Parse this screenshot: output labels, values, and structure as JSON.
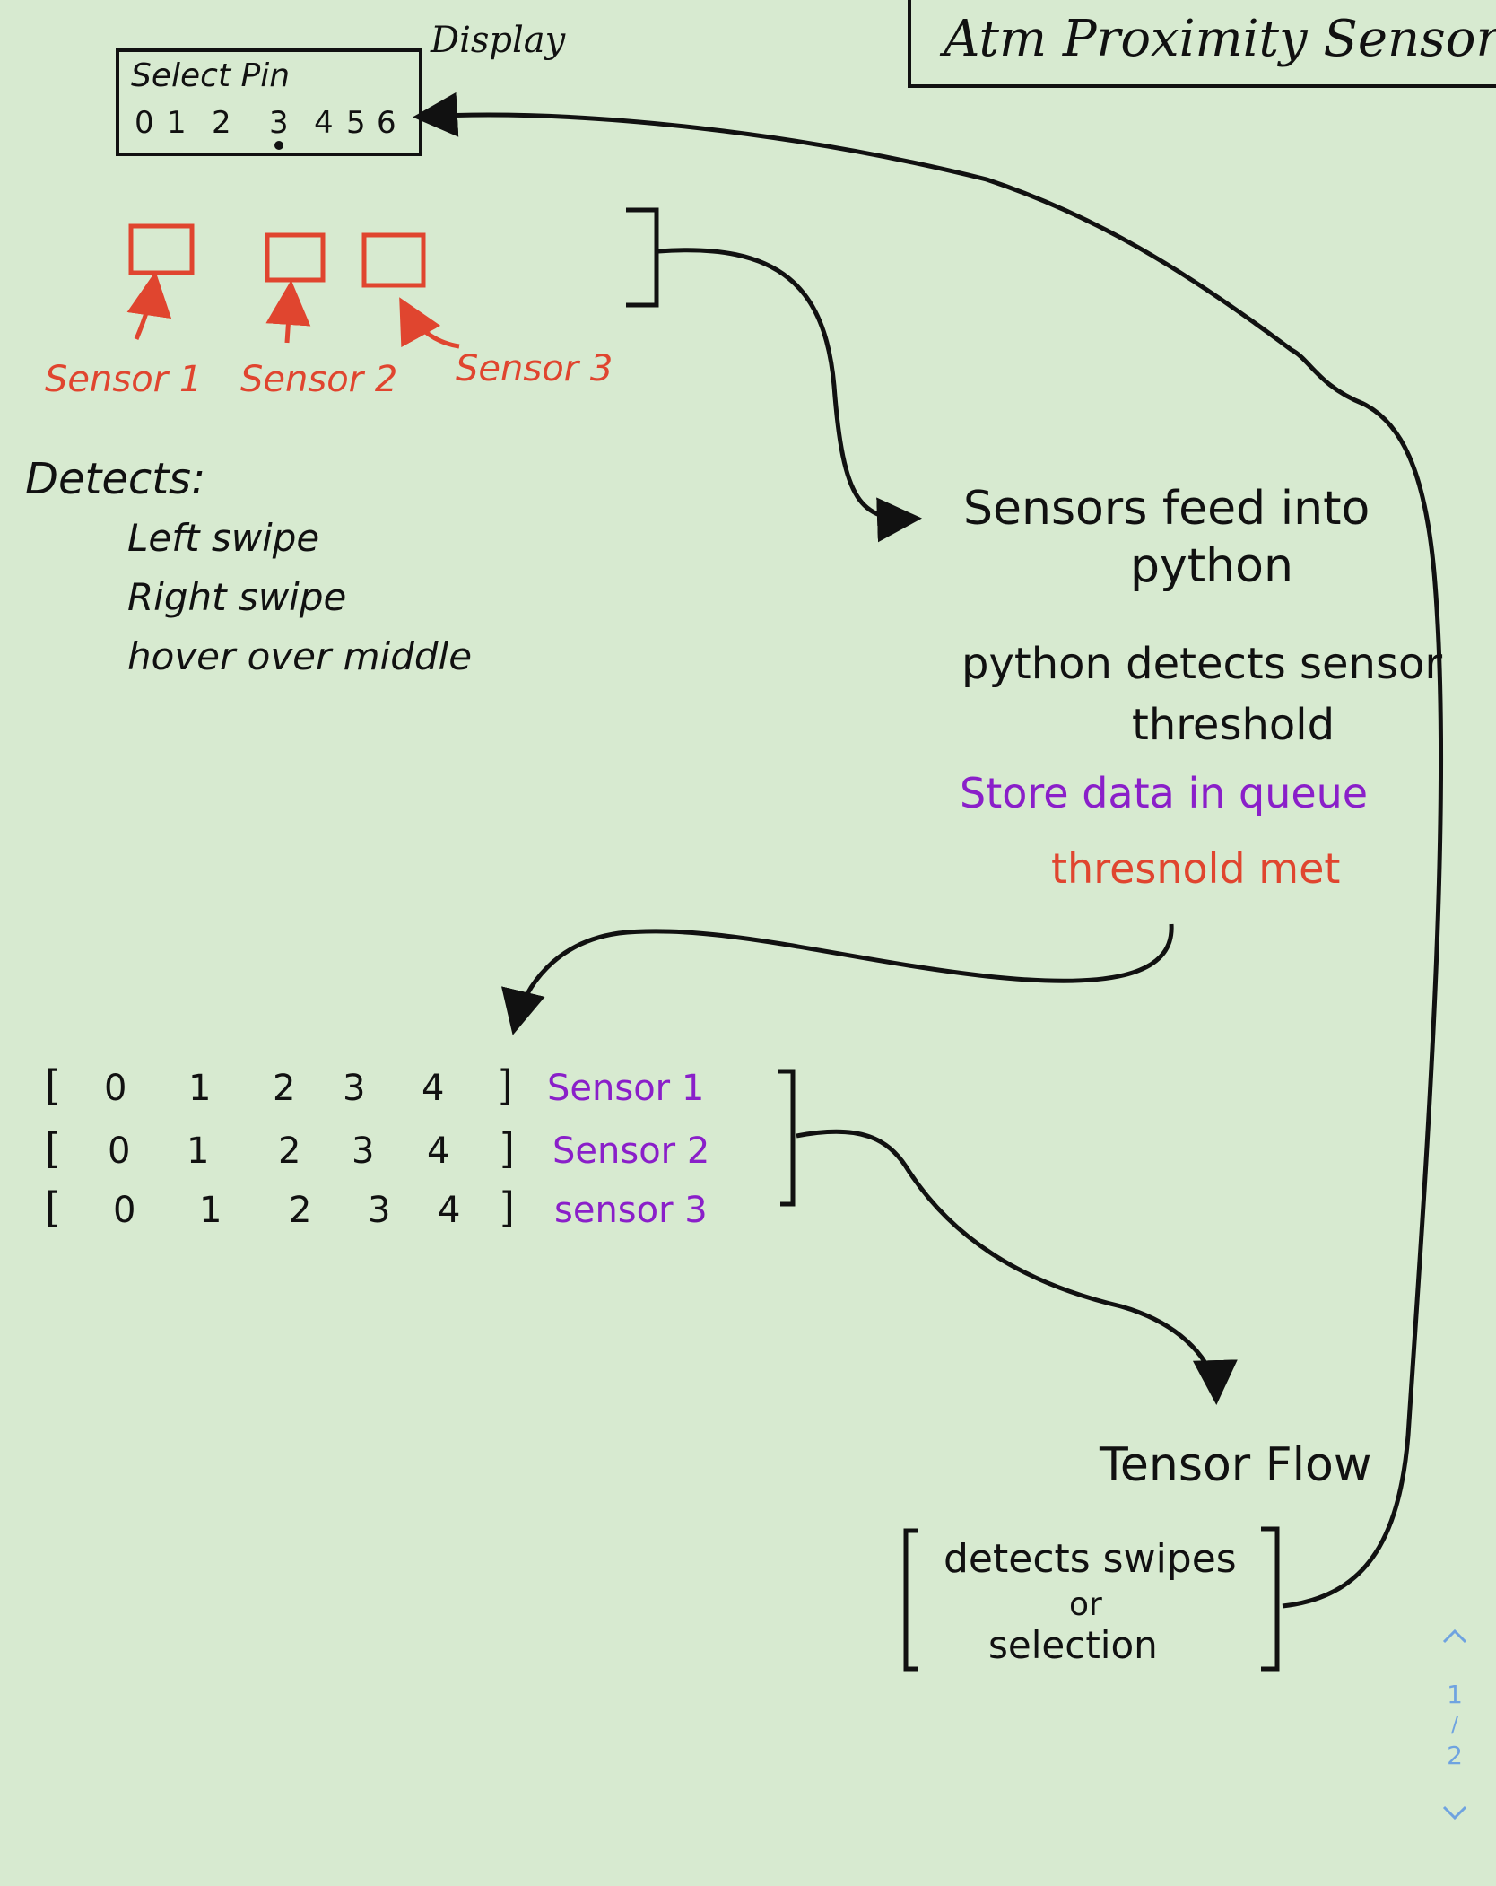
{
  "title": "Atm Proximity Sensor",
  "display": {
    "label": "Display",
    "line1": "Select Pin",
    "pins": [
      "0",
      "1",
      "2",
      "3",
      "4",
      "5",
      "6"
    ]
  },
  "sensors": [
    "Sensor 1",
    "Sensor 2",
    "Sensor 3"
  ],
  "detects": {
    "heading": "Detects:",
    "items": [
      "Left swipe",
      "Right swipe",
      "hover over middle"
    ]
  },
  "python": {
    "line1": "Sensors feed into",
    "line2": "python",
    "line3": "python detects sensor",
    "line4": "threshold",
    "store": "Store data in queue",
    "met": "thresnold met"
  },
  "queues": [
    {
      "values": [
        "0",
        "1",
        "2",
        "3",
        "4"
      ],
      "label": "Sensor 1"
    },
    {
      "values": [
        "0",
        "1",
        "2",
        "3",
        "4"
      ],
      "label": "Sensor 2"
    },
    {
      "values": [
        "0",
        "1",
        "2",
        "3",
        "4"
      ],
      "label": "sensor 3"
    }
  ],
  "tensor": {
    "title": "Tensor Flow",
    "line1": "detects swipes",
    "line2": "or",
    "line3": "selection"
  },
  "pager": {
    "current": "1",
    "separator": "/",
    "total": "2",
    "up_icon": "chevron-up-icon",
    "down_icon": "chevron-down-icon"
  },
  "colors": {
    "background": "#d7ead0",
    "ink": "#111111",
    "red": "#e0452f",
    "purple": "#8a1fc9",
    "pager": "#6fa3e0"
  }
}
